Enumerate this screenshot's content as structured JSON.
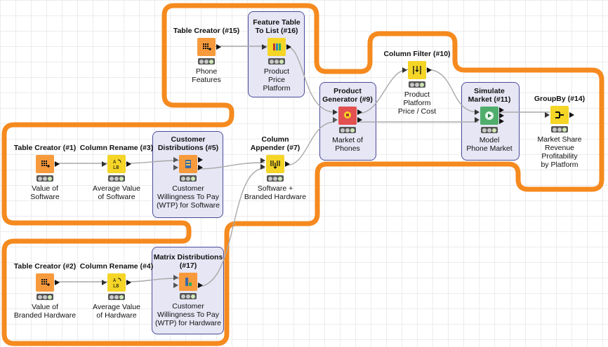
{
  "colors": {
    "annotation": "#f58a1f",
    "connector": "#a9a9a9",
    "source": "#f79a3c",
    "manipulator": "#f5d526",
    "learner": "#4fae6b",
    "other": "#e2504f"
  },
  "nodes": [
    {
      "id": "n15",
      "title": "Table Creator (#15)",
      "label": "Phone\nFeatures",
      "icon": "table-icon",
      "kind": "source"
    },
    {
      "id": "n16",
      "title": "Feature Table\nTo List (#16)",
      "label": "Product\nPrice\nPlatform",
      "icon": "feature-list-icon",
      "kind": "manipulator"
    },
    {
      "id": "n1",
      "title": "Table Creator (#1)",
      "label": "Value of\nSoftware",
      "icon": "table-icon",
      "kind": "source"
    },
    {
      "id": "n3",
      "title": "Column Rename (#3)",
      "label": "Average Value\nof Software",
      "icon": "rename-icon",
      "kind": "manipulator"
    },
    {
      "id": "n5",
      "title": "Customer\nDistributions (#5)",
      "label": "Customer\nWillingness To Pay\n(WTP) for Software",
      "icon": "distribution-icon",
      "kind": "source"
    },
    {
      "id": "n7",
      "title": "Column\nAppender (#7)",
      "label": "Software +\nBranded Hardware",
      "icon": "appender-icon",
      "kind": "manipulator"
    },
    {
      "id": "n2",
      "title": "Table Creator (#2)",
      "label": "Value of\nBranded Hardware",
      "icon": "table-icon",
      "kind": "source"
    },
    {
      "id": "n4",
      "title": "Column Rename (#4)",
      "label": "Average Value\nof Hardware",
      "icon": "rename-icon",
      "kind": "manipulator"
    },
    {
      "id": "n17",
      "title": "Matrix Distributions\n(#17)",
      "label": "Customer\nWillingness To Pay\n(WTP) for Hardware",
      "icon": "matrix-icon",
      "kind": "source"
    },
    {
      "id": "n9",
      "title": "Product\nGenerator (#9)",
      "label": "Market of\nPhones",
      "icon": "generator-icon",
      "kind": "other"
    },
    {
      "id": "n10",
      "title": "Column Filter (#10)",
      "label": "Product\nPlatform\nPrice / Cost",
      "icon": "filter-icon",
      "kind": "manipulator"
    },
    {
      "id": "n11",
      "title": "Simulate\nMarket (#11)",
      "label": "Model\nPhone Market",
      "icon": "play-icon",
      "kind": "learner"
    },
    {
      "id": "n14",
      "title": "GroupBy (#14)",
      "label": "Market Share\nRevenue\nProfitability\nby Platform",
      "icon": "groupby-icon",
      "kind": "manipulator"
    }
  ]
}
